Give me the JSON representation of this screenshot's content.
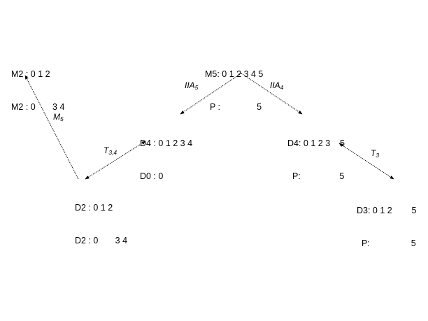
{
  "nodes": {
    "m2": {
      "line1": "M2 : 0 1 2",
      "line2": "M2 : 0       3 4"
    },
    "m5": {
      "line1": "M5: 0 1 2 3 4 5",
      "line2": "  P :               5"
    },
    "d4_left": {
      "line1": "D4 : 0 1 2 3 4",
      "line2": "D0 : 0"
    },
    "d4_right": {
      "line1": "D4: 0 1 2 3    5",
      "line2": "  P:                5"
    },
    "d2": {
      "line1": "D2 : 0 1 2",
      "line2": "D2 : 0       3 4"
    },
    "d3": {
      "line1": "D3: 0 1 2        5",
      "line2": "  P:                 5"
    }
  },
  "edge_labels": {
    "m5_to_m2": {
      "base": "M",
      "sub": "5"
    },
    "iia5": {
      "base": "IIA",
      "sub": "5"
    },
    "iia4": {
      "base": "IIA",
      "sub": "4"
    },
    "t34": {
      "base": "T",
      "sub": "3,4"
    },
    "t3": {
      "base": "T",
      "sub": "3"
    }
  },
  "colors": {
    "text": "#000000",
    "background": "#ffffff"
  }
}
